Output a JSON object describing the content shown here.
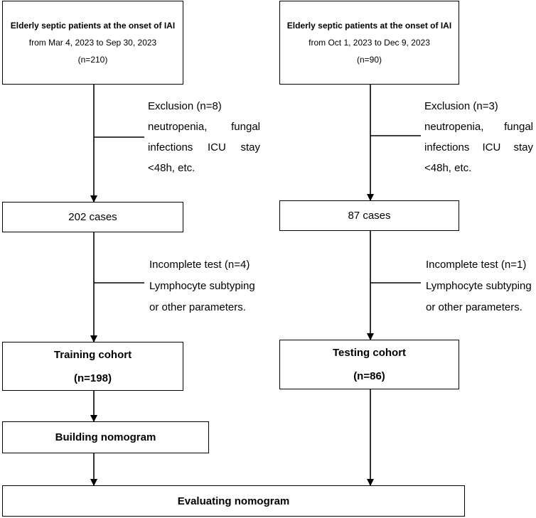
{
  "left": {
    "start": {
      "title": "Elderly septic patients at the onset of IAI",
      "period": "from Mar 4, 2023 to Sep 30, 2023",
      "n": "(n=210)"
    },
    "exclusion": {
      "heading": "Exclusion (n=8)",
      "line1": "neutropenia, fungal",
      "line2": "infections ICU stay",
      "line3": "<48h, etc."
    },
    "cases": "202 cases",
    "incomplete": {
      "heading": "Incomplete test (n=4)",
      "line1": "Lymphocyte subtyping",
      "line2": "or other parameters."
    },
    "cohort": {
      "title": "Training cohort",
      "n": "(n=198)"
    },
    "building": "Building nomogram"
  },
  "right": {
    "start": {
      "title": "Elderly septic patients at the onset of IAI",
      "period": "from Oct 1, 2023 to Dec 9, 2023",
      "n": "(n=90)"
    },
    "exclusion": {
      "heading": "Exclusion (n=3)",
      "line1": "neutropenia, fungal",
      "line2": "infections ICU stay",
      "line3": "<48h, etc."
    },
    "cases": "87 cases",
    "incomplete": {
      "heading": "Incomplete test (n=1)",
      "line1": "Lymphocyte subtyping",
      "line2": "or other parameters."
    },
    "cohort": {
      "title": "Testing cohort",
      "n": "(n=86)"
    }
  },
  "evaluating": "Evaluating nomogram"
}
